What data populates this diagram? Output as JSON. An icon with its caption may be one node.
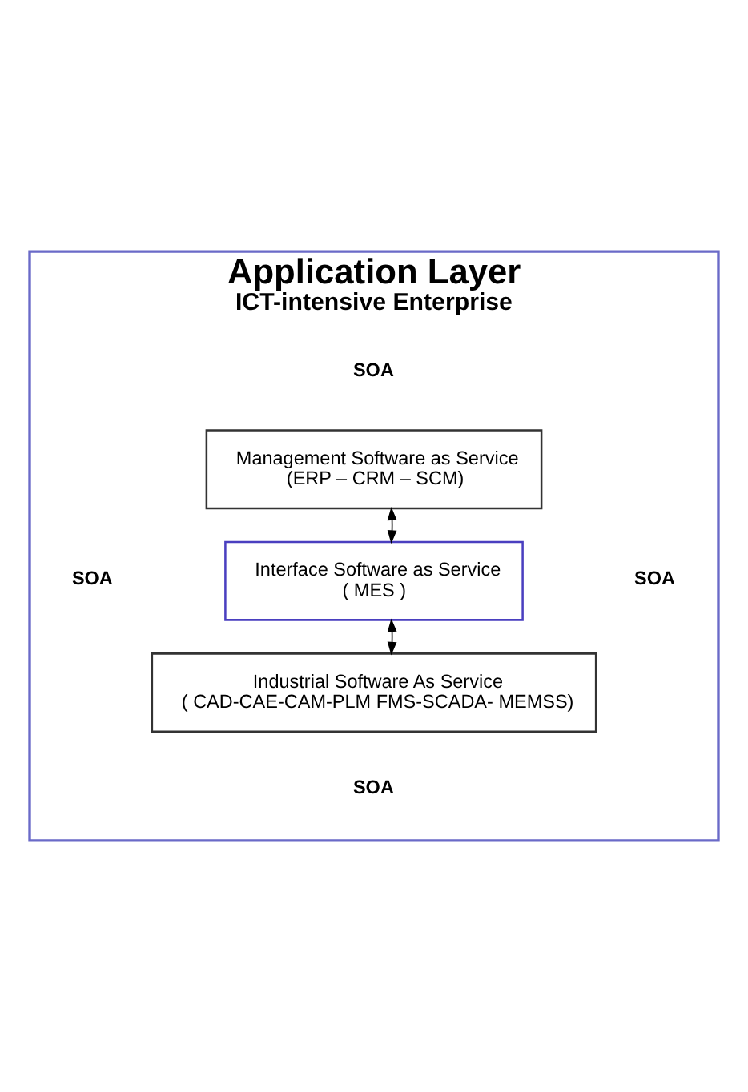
{
  "diagram": {
    "nodes": [
      {
        "text": [
          "Application Layer",
          "ICT-intensive Enterprise"
        ]
      },
      {
        "text": [
          "Management Software as Service",
          "(ERP – CRM – SCM)"
        ],
        "in": 0
      },
      {
        "text": [
          "Interface Software as Service",
          "( MES )"
        ],
        "in": 0
      },
      {
        "text": [
          "Industrial Software As Service",
          "( CAD-CAE-CAM-PLM FMS-SCADA- MEMSS)"
        ],
        "in": 0
      }
    ],
    "edges": [
      {
        "from": 1,
        "to": 2,
        "arrow": "both"
      },
      {
        "from": 2,
        "to": 3,
        "arrow": "both"
      }
    ],
    "labels": [
      "SOA",
      "SOA",
      "SOA",
      "SOA"
    ]
  }
}
